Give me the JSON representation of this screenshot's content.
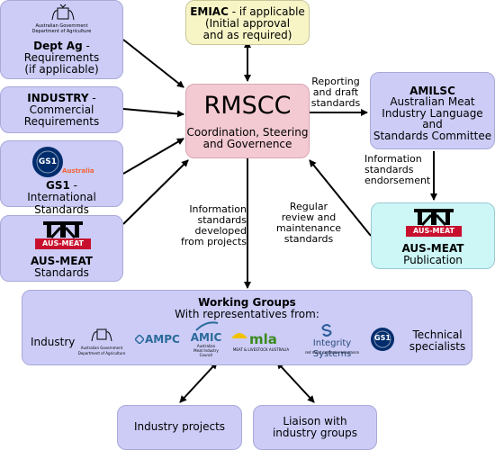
{
  "dept_ag": {
    "logo_line1": "Australian Government",
    "logo_line2": "Department of Agriculture",
    "title": "Dept Ag",
    "title_suffix": " -",
    "line1": "Requirements",
    "line2": "(if applicable)"
  },
  "industry_box": {
    "title": "INDUSTRY",
    "title_suffix": " -",
    "line1": "Commercial",
    "line2": "Requirements"
  },
  "gs1_box": {
    "logo_text": "GS1",
    "logo_sub": "Australia",
    "title": "GS1",
    "title_suffix": " -",
    "line1": "International Standards"
  },
  "ausmeat_box": {
    "logo_text": "AUS-MEAT",
    "title": "AUS-MEAT",
    "line1": "Standards"
  },
  "emiac": {
    "title": "EMIAC",
    "title_suffix": " - if applicable",
    "line1": "(Initial approval",
    "line2": "and as required)"
  },
  "rmscc": {
    "title": "RMSCC",
    "line1": "Coordination, Steering",
    "line2": "and Governence"
  },
  "amilsc": {
    "title": "AMILSC",
    "line1": "Australian Meat",
    "line2": "Industry Language",
    "line3": "and",
    "line4": "Standards Committee"
  },
  "publication": {
    "logo_text": "AUS-MEAT",
    "title": "AUS-MEAT",
    "line1": "Publication"
  },
  "labels": {
    "reporting": [
      "Reporting",
      "and draft",
      "standards"
    ],
    "info_endorse": [
      "Information",
      "standards",
      "endorsement"
    ],
    "regular": [
      "Regular",
      "review and",
      "maintenance",
      "standards"
    ],
    "info_projects": [
      "Information",
      "standards",
      "developed",
      "from projects"
    ]
  },
  "working_groups": {
    "title": "Working Groups",
    "subtitle": "With representatives from:",
    "industry_label": "Industry",
    "logos": {
      "gov_line1": "Australian Government",
      "gov_line2": "Department of Agriculture",
      "ampc": "AMPC",
      "amic": "AMIC",
      "amic_sub1": "Australian",
      "amic_sub2": "Meat Industry",
      "amic_sub3": "Council",
      "mla": "mla",
      "mla_sub": "MEAT & LIVESTOCK AUSTRALIA",
      "integrity": "Integrity Systems",
      "integrity_sub": "red meat customer assurance",
      "gs1": "GS1"
    },
    "technical_line1": "Technical",
    "technical_line2": "specialists"
  },
  "industry_projects": {
    "label": "Industry projects"
  },
  "liaison": {
    "line1": "Liaison with",
    "line2": "industry groups"
  },
  "colors": {
    "lavender": "#ccccf7",
    "yellow": "#f7f5c6",
    "pink": "#f3c9d2",
    "cyan": "#cdf7f7",
    "ausmeat_red": "#c8102e",
    "gs1_blue": "#002c6c",
    "gs1_orange": "#f26334"
  }
}
